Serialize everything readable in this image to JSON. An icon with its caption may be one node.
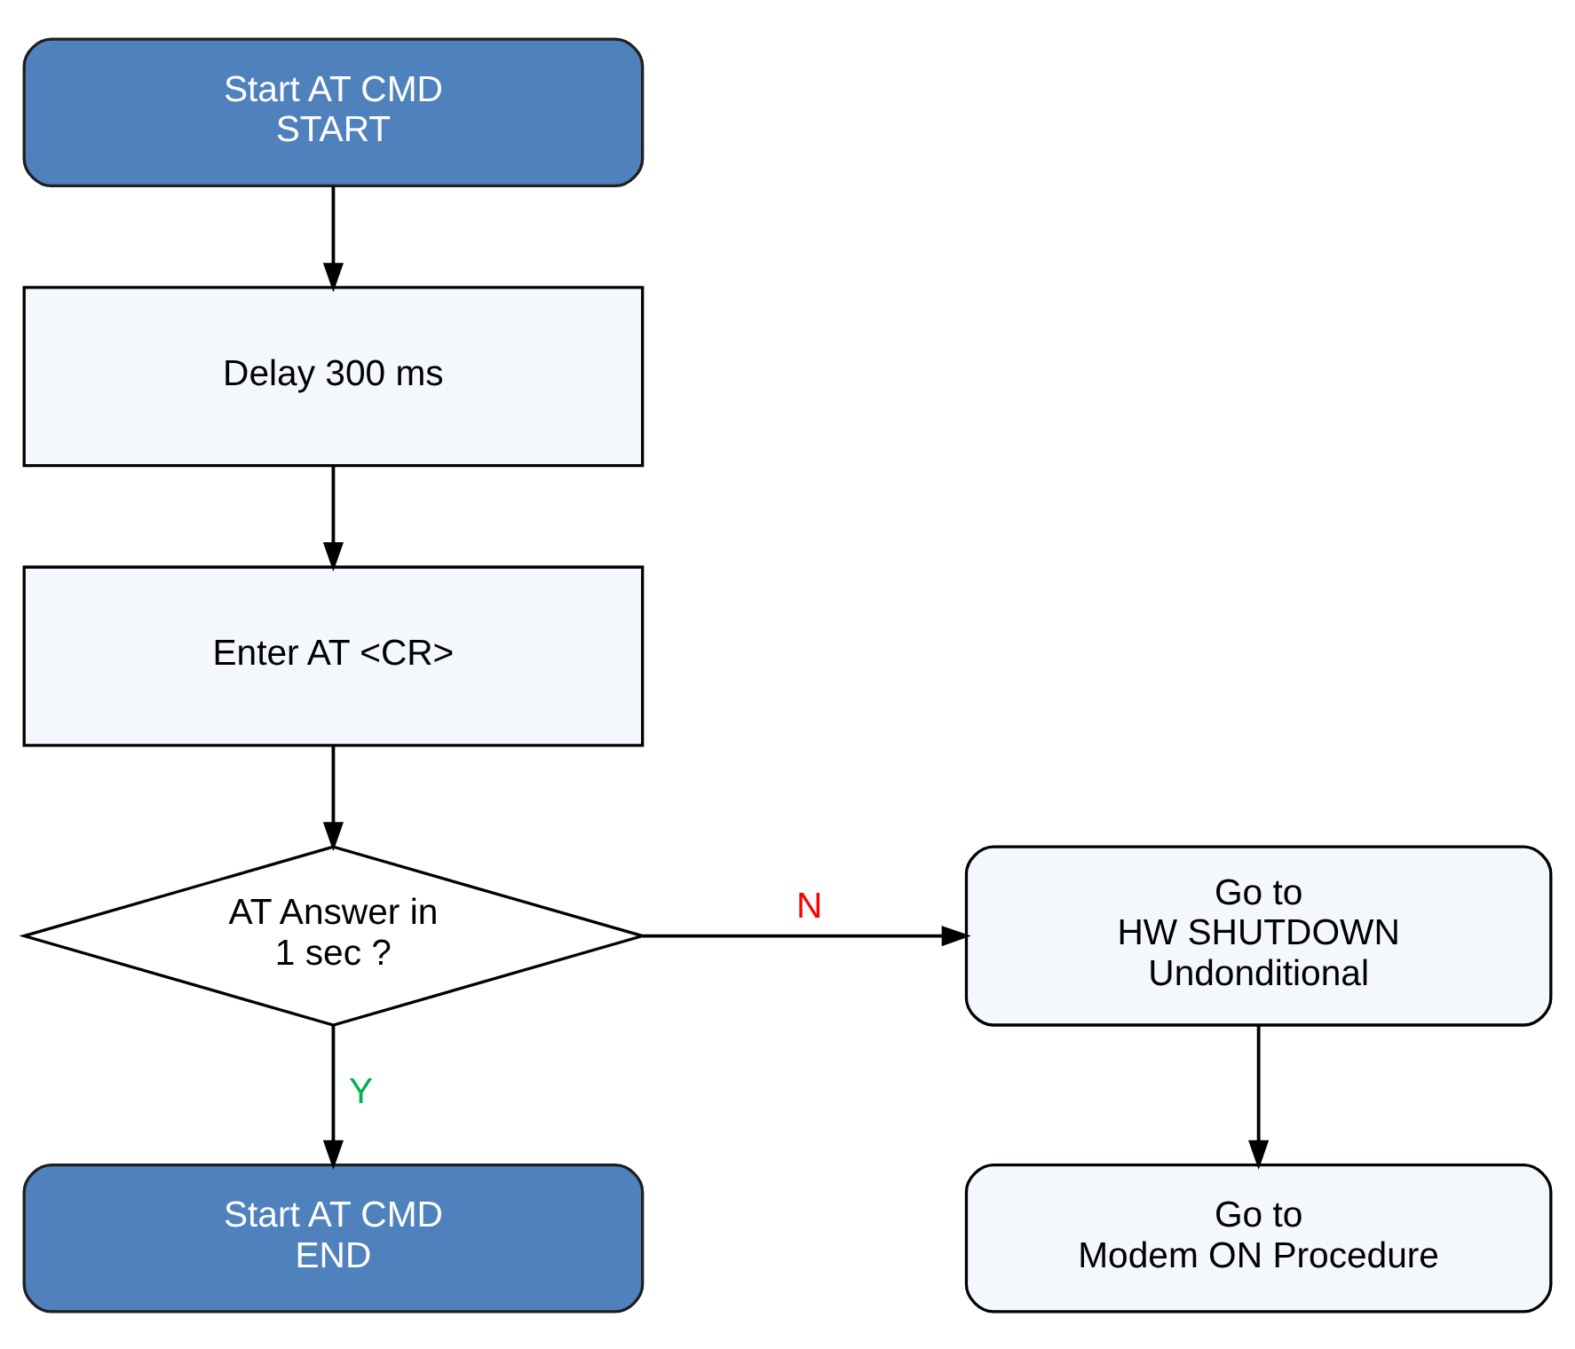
{
  "diagram": {
    "nodes": [
      {
        "text": [
          "Start AT CMD",
          "START"
        ]
      },
      {
        "text": [
          "Delay 300 ms"
        ]
      },
      {
        "text": [
          "Enter AT <CR>"
        ]
      },
      {
        "text": [
          "AT Answer in",
          "1 sec ?"
        ]
      },
      {
        "text": [
          "Go to",
          "HW SHUTDOWN",
          "Undonditional"
        ]
      },
      {
        "text": [
          "Start AT CMD",
          "END"
        ]
      },
      {
        "text": [
          "Go to",
          "Modem ON Procedure"
        ]
      }
    ],
    "edges": [
      {
        "from": 0,
        "to": 1,
        "arrow": "to"
      },
      {
        "from": 1,
        "to": 2,
        "arrow": "to"
      },
      {
        "from": 2,
        "to": 3,
        "arrow": "to"
      },
      {
        "from": 3,
        "to": 4,
        "arrow": "to",
        "label": "N"
      },
      {
        "from": 3,
        "to": 5,
        "arrow": "to",
        "label": "Y"
      },
      {
        "from": 4,
        "to": 6,
        "arrow": "to"
      }
    ]
  }
}
